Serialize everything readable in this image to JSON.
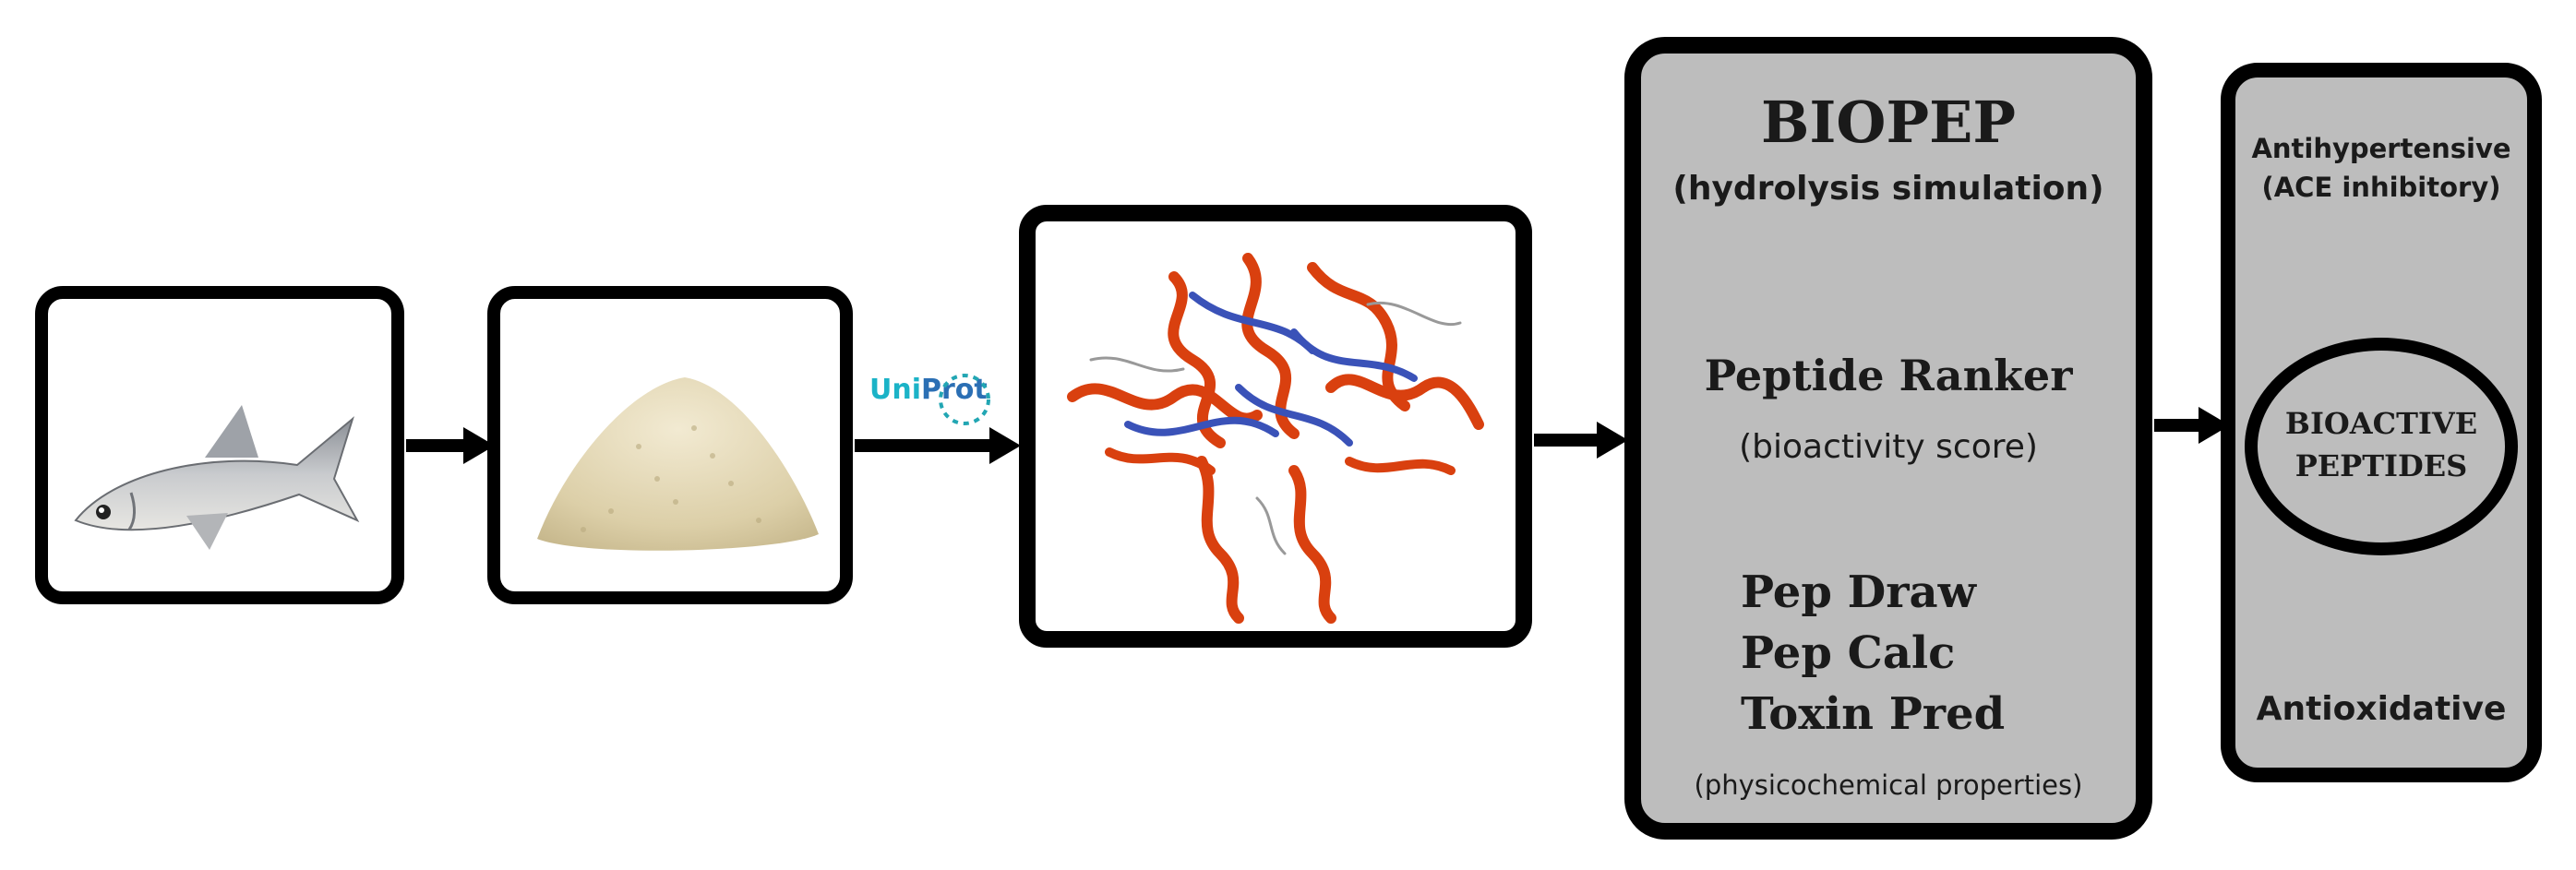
{
  "uniprot_logo": {
    "part1": "Uni",
    "part2": "Prot"
  },
  "biopep": {
    "title": "BIOPEP",
    "subtitle": "(hydrolysis simulation)",
    "ranker": "Peptide Ranker",
    "ranker_sub": "(bioactivity score)",
    "tools": [
      "Pep Draw",
      "Pep Calc",
      "Toxin Pred"
    ],
    "tools_sub": "(physicochemical properties)"
  },
  "results": {
    "top1": "Antihypertensive",
    "top2": "(ACE inhibitory)",
    "center1": "BIOACTIVE",
    "center2": "PEPTIDES",
    "bottom": "Antioxidative"
  },
  "colors": {
    "border": "#000000",
    "panel": "#bdbdbd",
    "helix_red": "#d9400f",
    "strand_blue": "#3a52b8",
    "uniprot_teal": "#22a6b3"
  }
}
